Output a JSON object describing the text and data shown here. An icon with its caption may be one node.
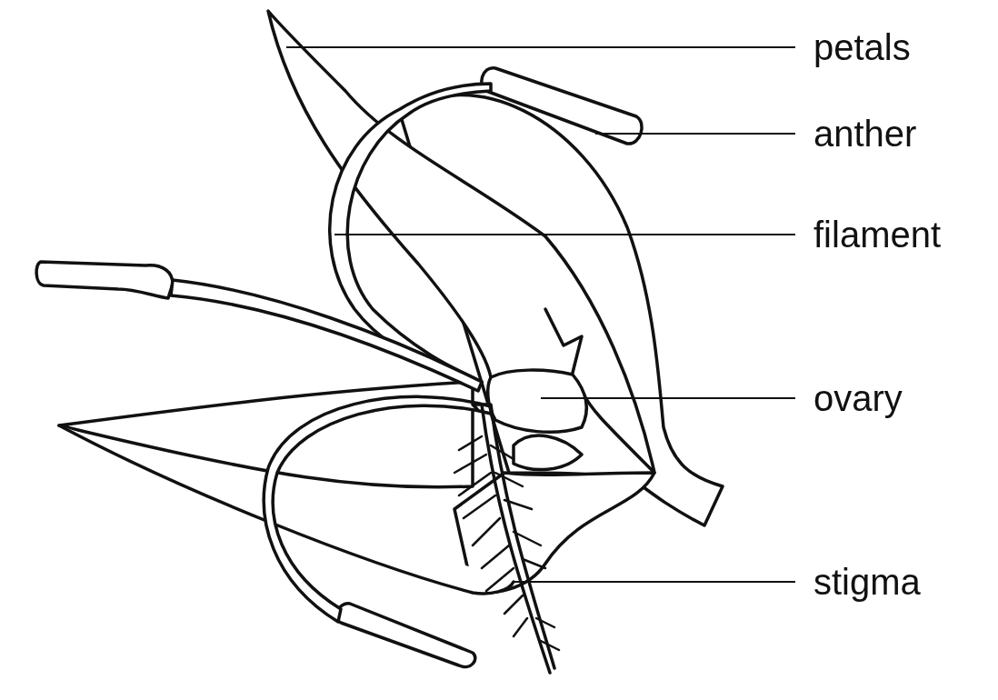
{
  "diagram": {
    "nodes": [
      {
        "text": [
          "petals"
        ]
      },
      {
        "text": [
          "anther"
        ]
      },
      {
        "text": [
          "filament"
        ]
      },
      {
        "text": [
          "ovary"
        ]
      },
      {
        "text": [
          "stigma"
        ]
      }
    ],
    "edges": [
      {
        "from": 0,
        "to": null,
        "arrow": "none"
      },
      {
        "from": 1,
        "to": null,
        "arrow": "none"
      },
      {
        "from": 2,
        "to": null,
        "arrow": "none"
      },
      {
        "from": 3,
        "to": null,
        "arrow": "none"
      },
      {
        "from": 4,
        "to": null,
        "arrow": "none"
      }
    ]
  }
}
